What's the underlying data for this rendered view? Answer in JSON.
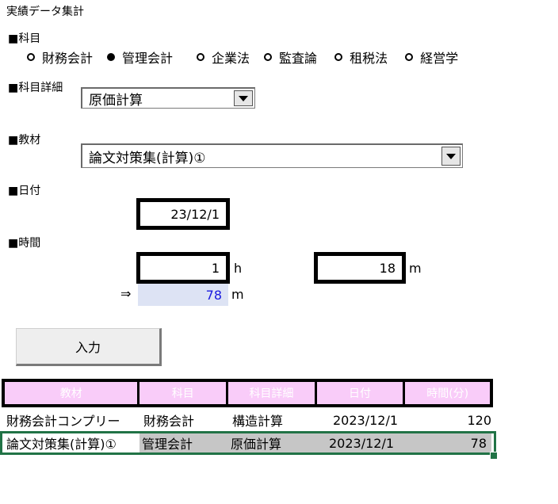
{
  "title": "実績データ集計",
  "subject": {
    "label": "■科目",
    "options": [
      "財務会計",
      "管理会計",
      "企業法",
      "監査論",
      "租税法",
      "経営学"
    ],
    "selected_index": 1
  },
  "subject_detail": {
    "label": "■科目詳細",
    "value": "原価計算"
  },
  "material": {
    "label": "■教材",
    "value": "論文対策集(計算)①"
  },
  "date": {
    "label": "■日付",
    "value": "23/12/1"
  },
  "time": {
    "label": "■時間",
    "hours": "1",
    "hours_unit": "h",
    "minutes": "18",
    "minutes_unit": "m",
    "arrow": "⇒",
    "total": "78",
    "total_unit": "m"
  },
  "submit_label": "入力",
  "table": {
    "headers": [
      "教材",
      "科目",
      "科目詳細",
      "日付",
      "時間(分)"
    ],
    "rows": [
      [
        "財務会計コンプリー",
        "財務会計",
        "構造計算",
        "2023/12/1",
        "120"
      ],
      [
        "論文対策集(計算)①",
        "管理会計",
        "原価計算",
        "2023/12/1",
        "78"
      ]
    ],
    "selected_row": 1
  }
}
